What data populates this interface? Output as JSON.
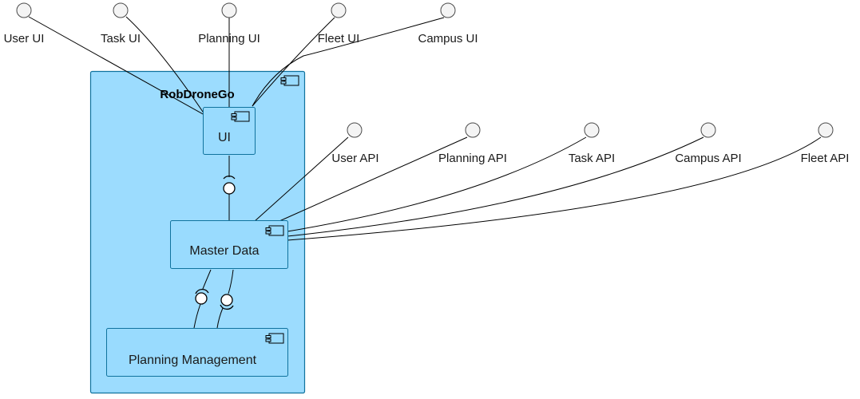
{
  "diagram": {
    "container_title": "RobDroneGo",
    "components": {
      "ui": "UI",
      "master_data": "Master Data",
      "planning_management": "Planning Management"
    },
    "ui_interfaces": [
      "User UI",
      "Task UI",
      "Planning UI",
      "Fleet UI",
      "Campus UI"
    ],
    "api_interfaces": [
      "User API",
      "Planning API",
      "Task API",
      "Campus API",
      "Fleet API"
    ]
  },
  "colors": {
    "container_fill": "#9cdcfe",
    "component_fill": "#99dbfe",
    "border": "#10739e",
    "interface_fill": "#f4f4f4"
  }
}
